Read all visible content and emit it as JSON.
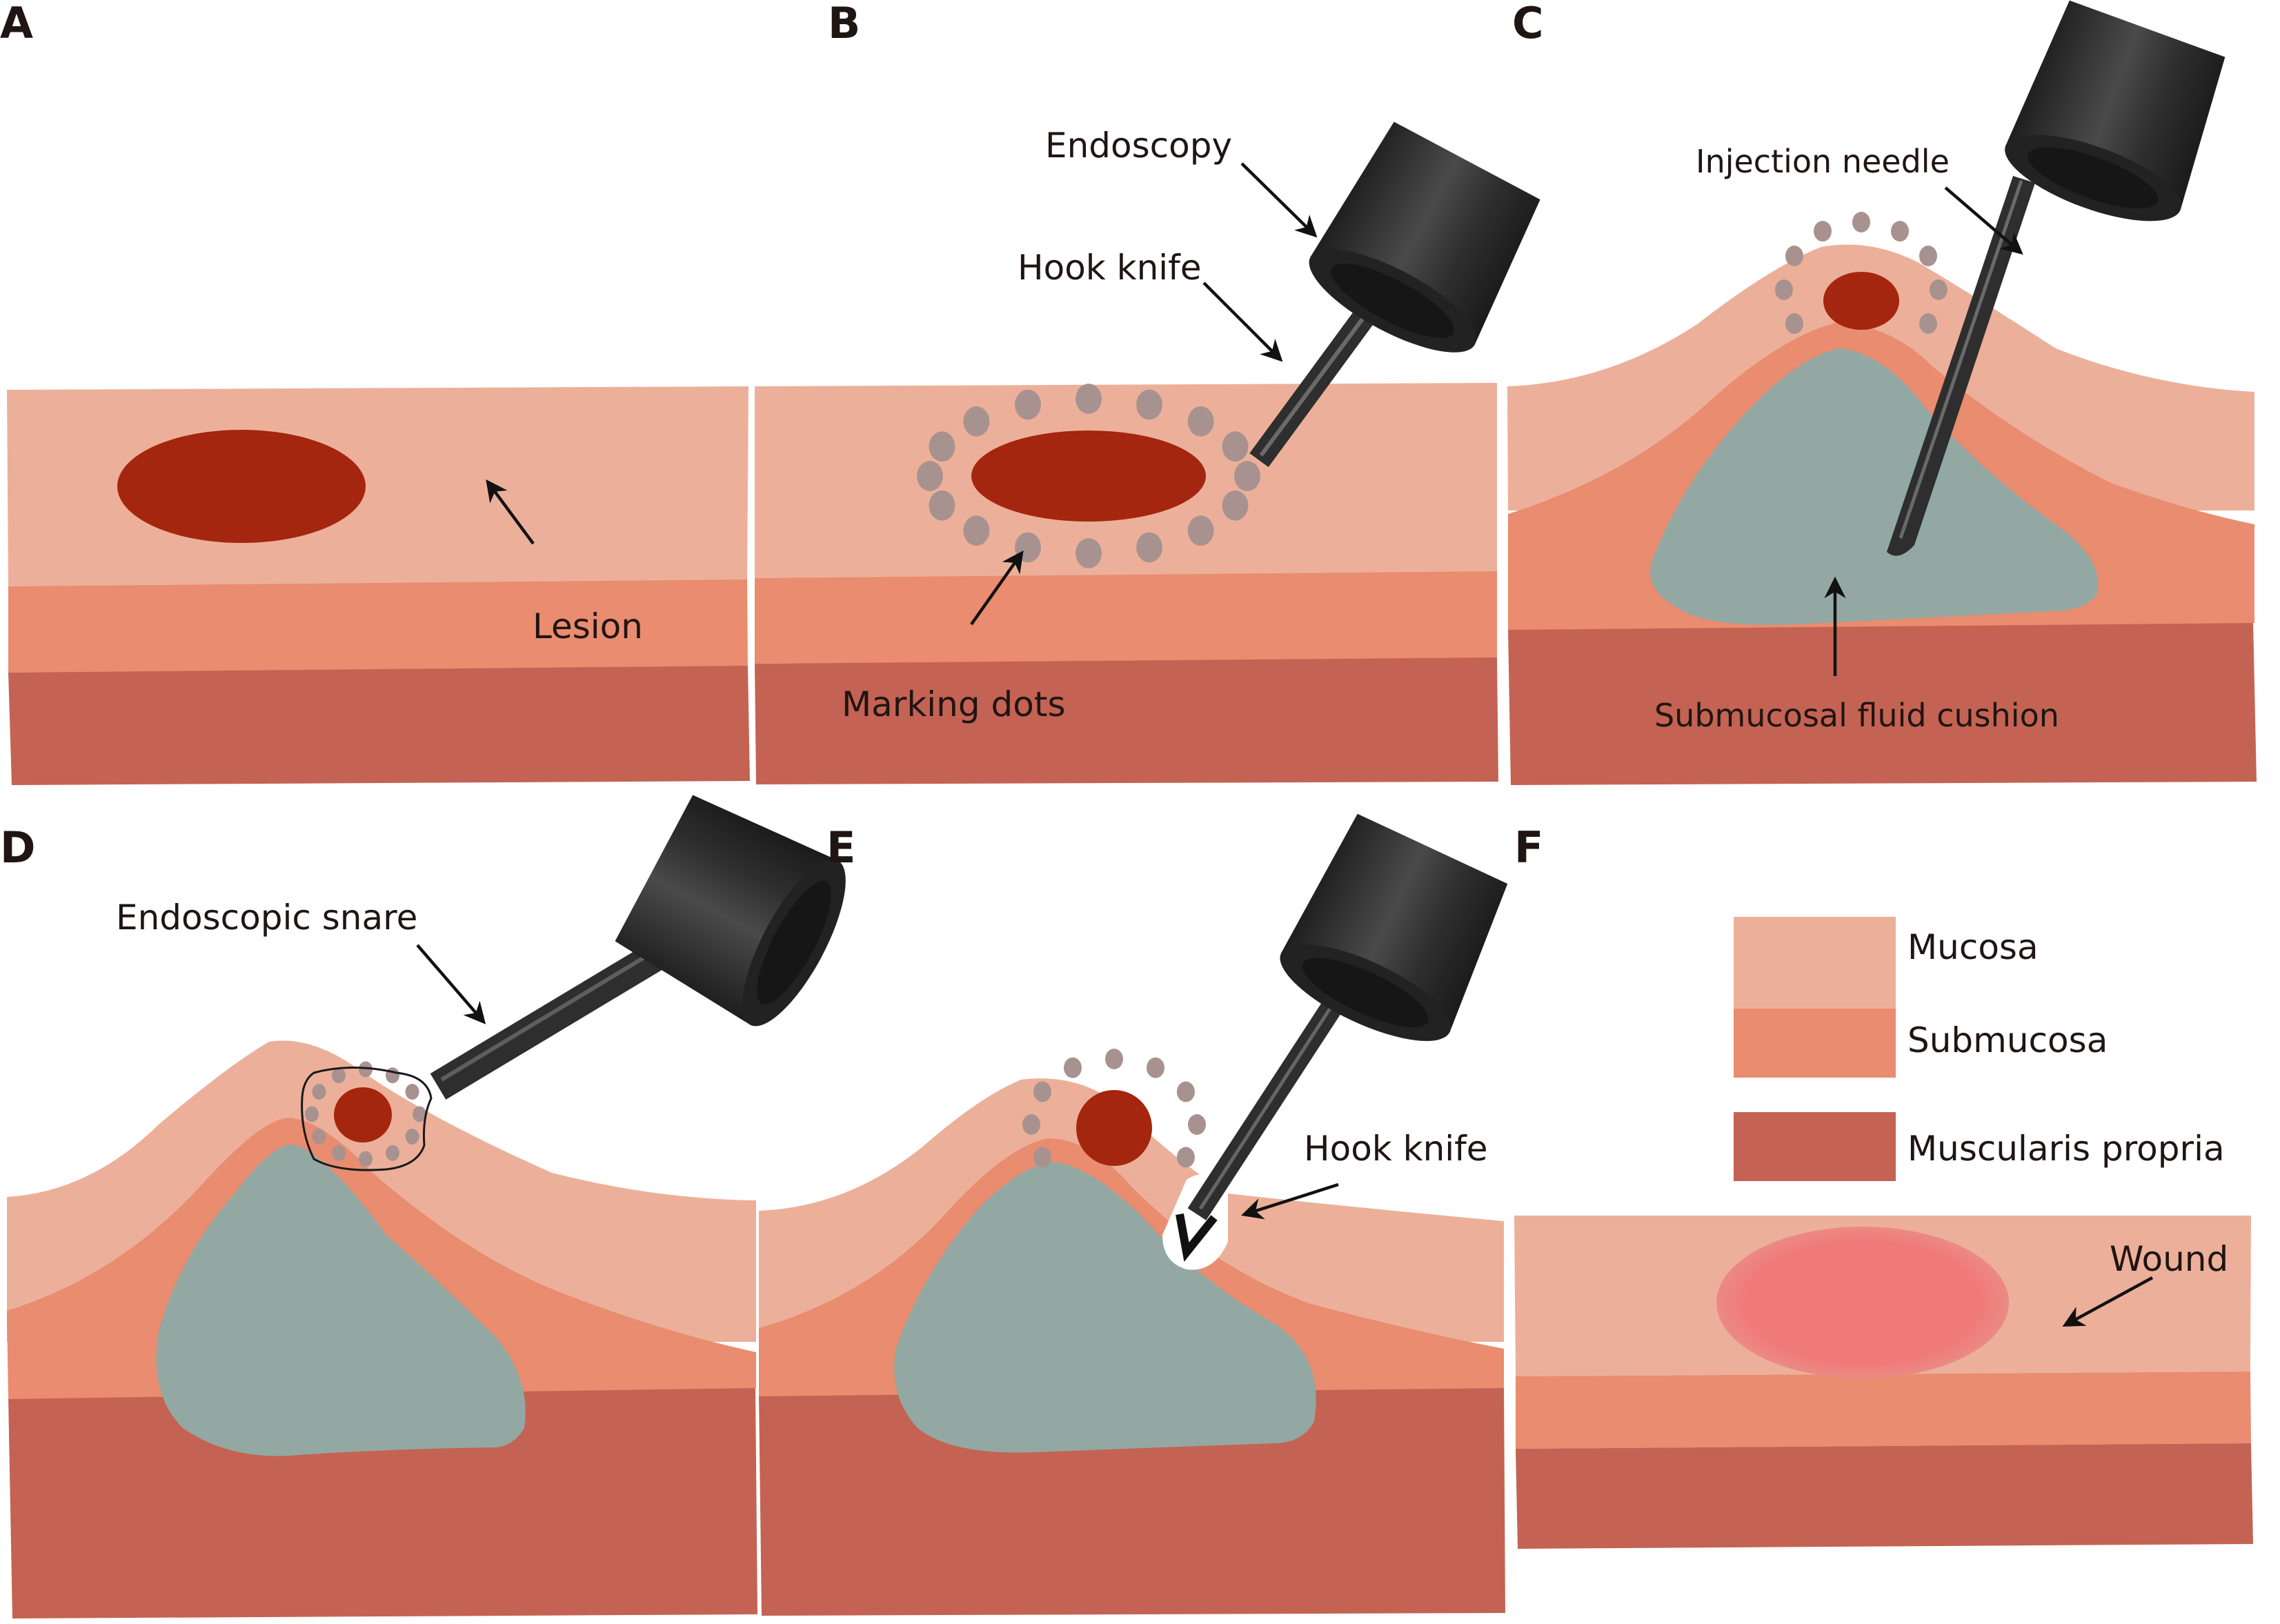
{
  "figure": {
    "description": "Schematic of endoscopic submucosal dissection steps",
    "colors": {
      "mucosa": "#ecb09a",
      "submucosa": "#e98c6f",
      "muscularis": "#c46353",
      "lesion": "#a4260e",
      "marking_dot": "#a8928f",
      "fluid_cushion": "#93a8a2",
      "wound": "#f07a78",
      "instrument": "#2c2c2c"
    },
    "panels": [
      {
        "letter": "A",
        "labels": [
          "Lesion"
        ]
      },
      {
        "letter": "B",
        "labels": [
          "Endoscopy",
          "Hook knife",
          "Marking dots"
        ]
      },
      {
        "letter": "C",
        "labels": [
          "Injection needle",
          "Submucosal fluid cushion"
        ]
      },
      {
        "letter": "D",
        "labels": [
          "Endoscopic snare"
        ]
      },
      {
        "letter": "E",
        "labels": [
          "Hook knife"
        ]
      },
      {
        "letter": "F",
        "labels": [
          "Wound"
        ]
      }
    ],
    "legend": [
      {
        "label": "Mucosa",
        "color": "#ecb09a"
      },
      {
        "label": "Submucosa",
        "color": "#e98c6f"
      },
      {
        "label": "Muscularis propria",
        "color": "#c46353"
      }
    ]
  }
}
